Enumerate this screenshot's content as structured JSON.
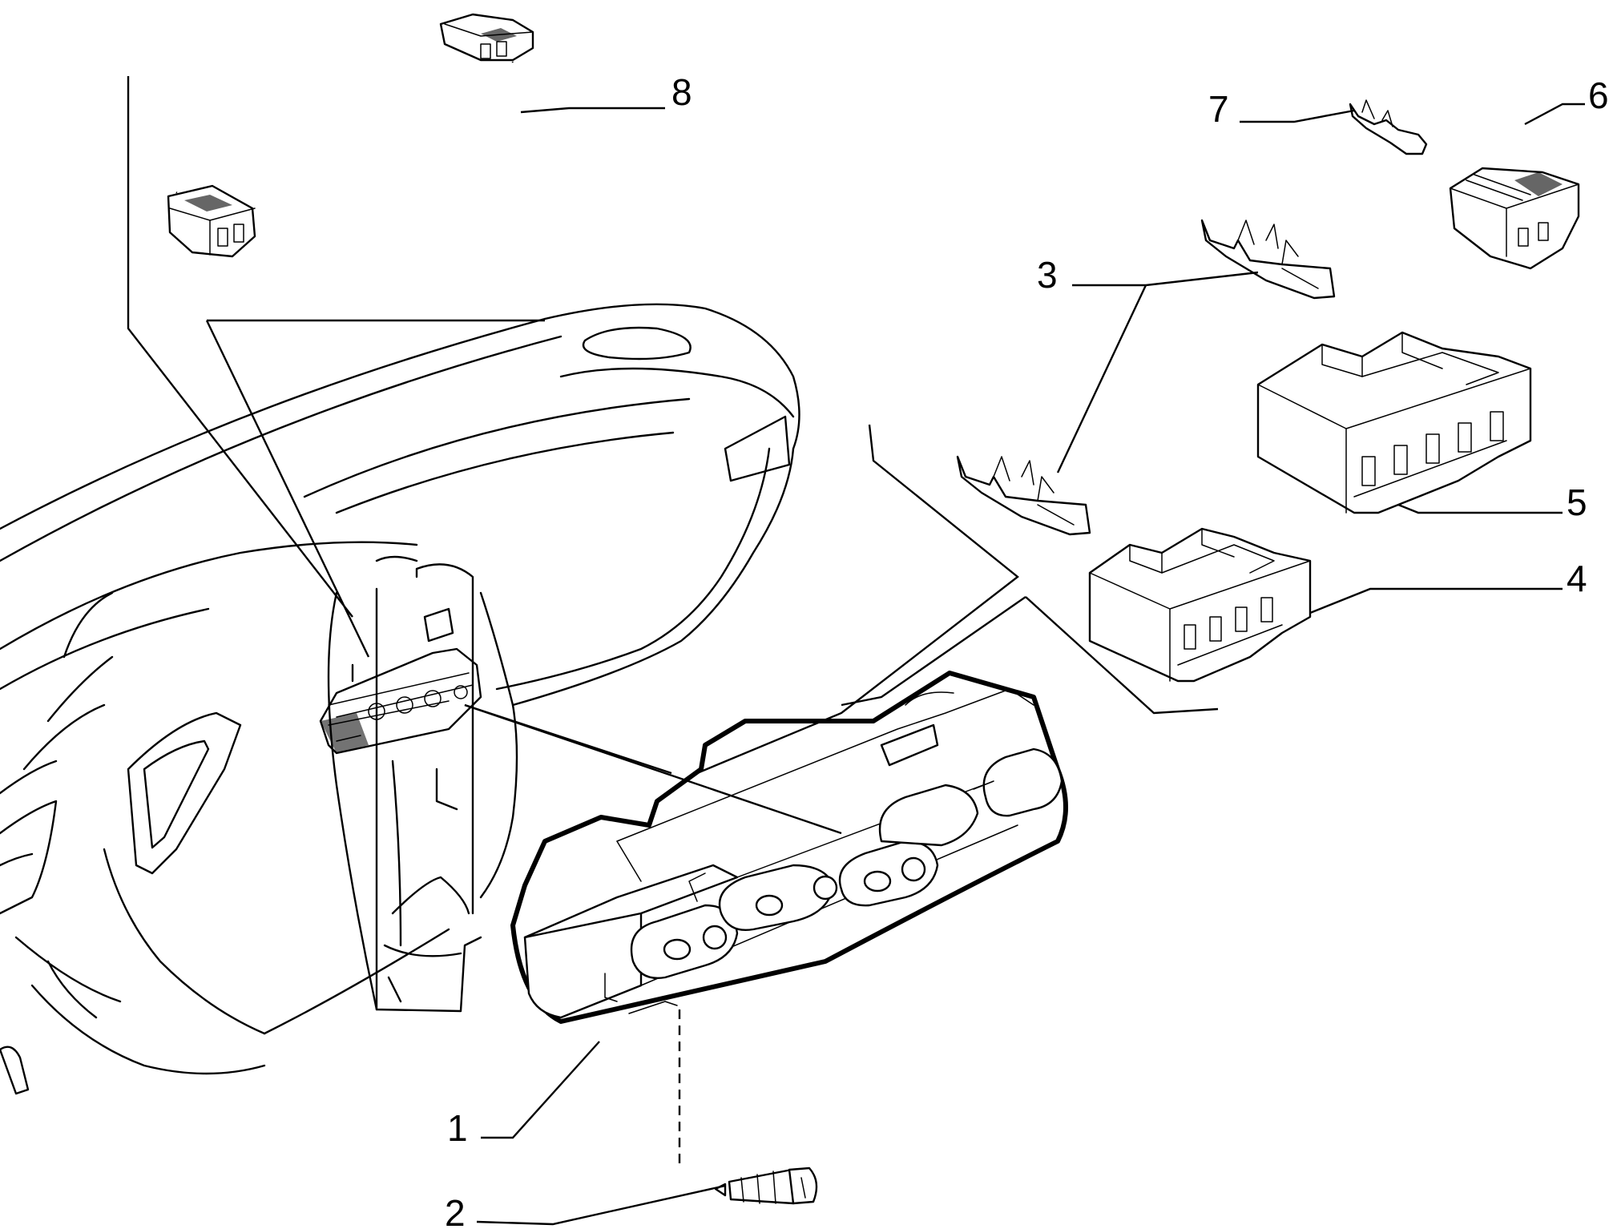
{
  "diagram": {
    "callouts": [
      {
        "id": "1",
        "label": "1"
      },
      {
        "id": "2",
        "label": "2"
      },
      {
        "id": "3",
        "label": "3"
      },
      {
        "id": "4",
        "label": "4"
      },
      {
        "id": "5",
        "label": "5"
      },
      {
        "id": "6",
        "label": "6"
      },
      {
        "id": "7",
        "label": "7"
      },
      {
        "id": "8",
        "label": "8"
      }
    ],
    "parts": [
      {
        "callout": "1",
        "name": "control-panel-icon"
      },
      {
        "callout": "2",
        "name": "screw-icon"
      },
      {
        "callout": "3",
        "name": "terminal-icon"
      },
      {
        "callout": "4",
        "name": "connector-housing-icon"
      },
      {
        "callout": "5",
        "name": "connector-housing-icon"
      },
      {
        "callout": "6",
        "name": "connector-icon"
      },
      {
        "callout": "7",
        "name": "terminal-icon"
      },
      {
        "callout": "8",
        "name": "wiring-harness-icon"
      }
    ],
    "colors": {
      "line": "#000000",
      "background": "#ffffff"
    }
  }
}
